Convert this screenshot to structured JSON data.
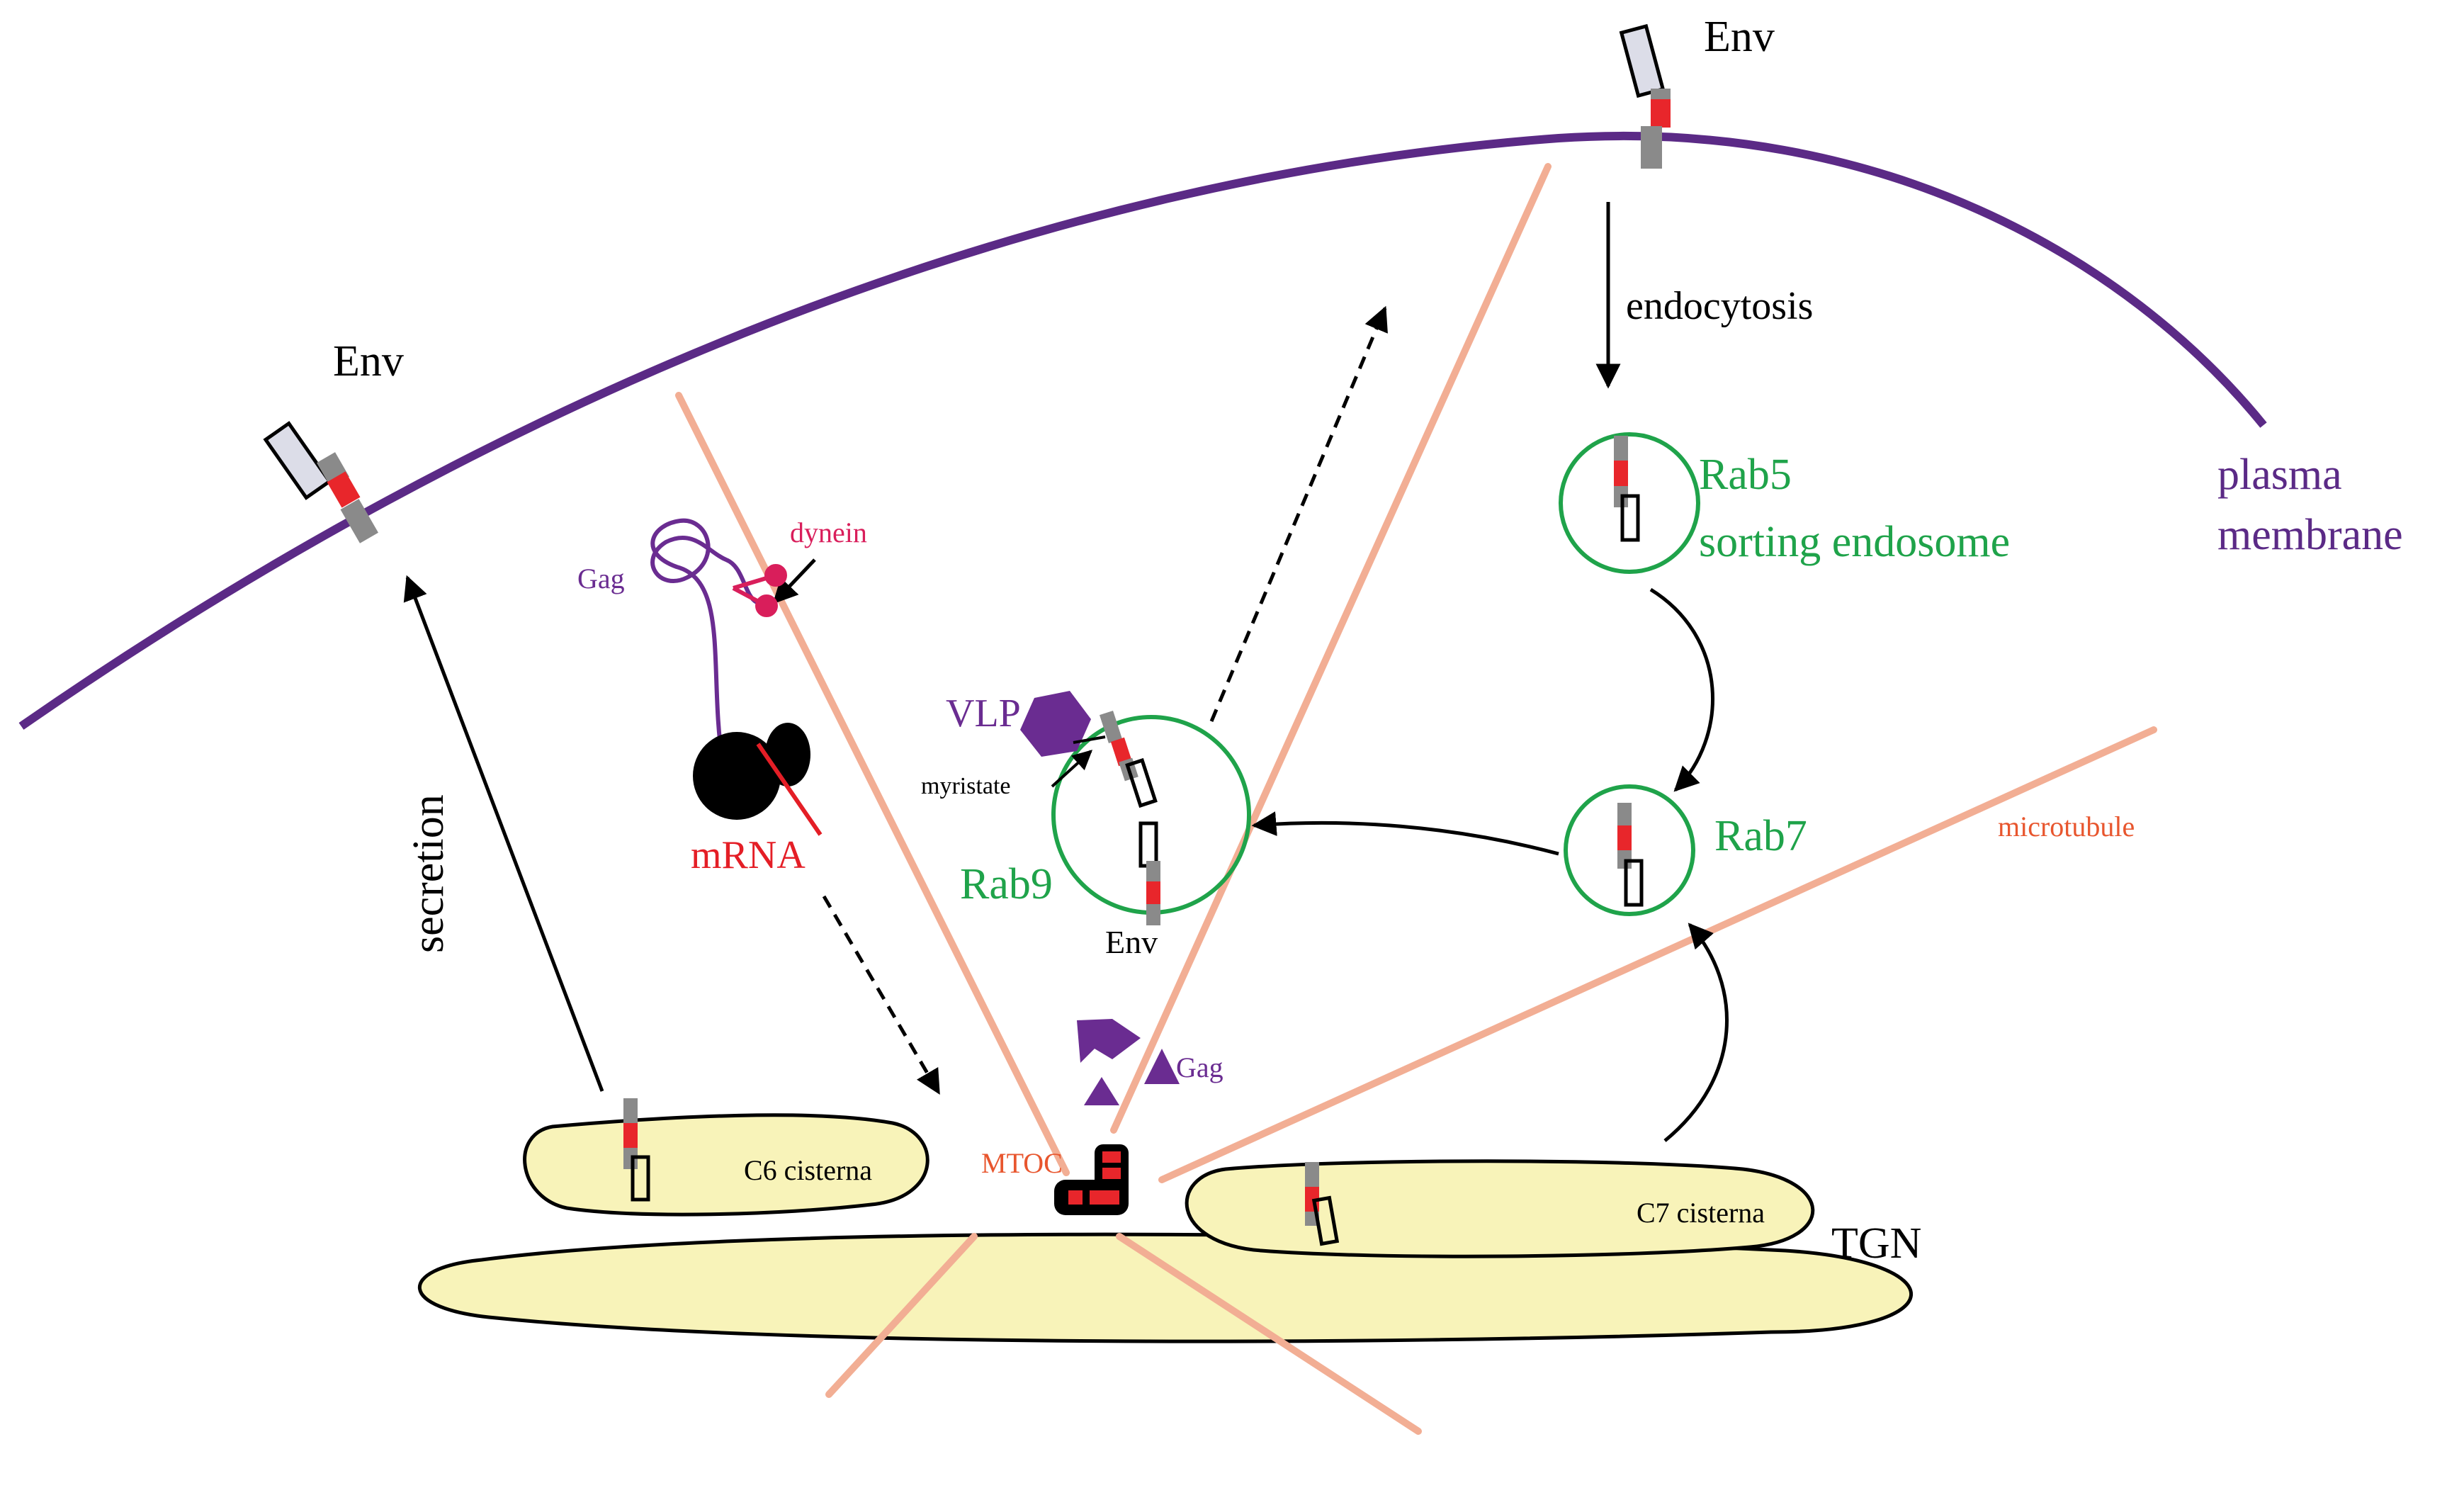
{
  "labels": {
    "env_top": "Env",
    "env_left": "Env",
    "env_rab9": "Env",
    "endocytosis": "endocytosis",
    "rab5_line1": "Rab5",
    "rab5_line2": "sorting endosome",
    "plasma_line1": "plasma",
    "plasma_line2": "membrane",
    "dynein": "dynein",
    "gag_top": "Gag",
    "vlp": "VLP",
    "myristate": "myristate",
    "rab9": "Rab9",
    "rab7": "Rab7",
    "microtubule": "microtubule",
    "mrna": "mRNA",
    "secretion": "secretion",
    "gag_bottom": "Gag",
    "mtoc": "MTOC",
    "c6": "C6 cisterna",
    "c7": "C7 cisterna",
    "tgn": "TGN"
  },
  "colors": {
    "membrane": "#5b2a86",
    "microtubule": "#f2ae94",
    "endosome": "#1fa34a",
    "golgi_fill": "#f8f3b9",
    "env_red": "#e8262b",
    "env_gray": "#8a8a8a",
    "env_box": "#dcdde8",
    "dynein": "#d91e5b",
    "mrna": "#e41e26",
    "mtoc_label": "#e8562e",
    "gag_purple": "#6a2c91"
  }
}
